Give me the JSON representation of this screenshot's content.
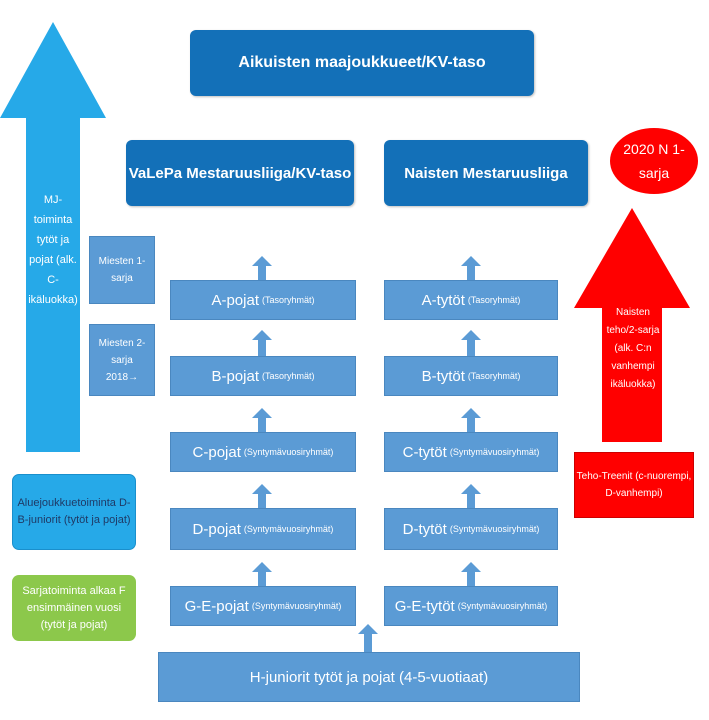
{
  "top_title": "Aikuisten maajoukkueet/KV-taso",
  "boys_league": "VaLePa Mestaruusliiga/KV-taso",
  "girls_league": "Naisten Mestaruusliiga",
  "badge_2020": "2020 N 1-sarja",
  "left_arrow_text": "MJ-toiminta tytöt ja pojat (alk. C-ikäluokka)",
  "right_arrow_text": "Naisten teho/2-sarja (alk. C:n vanhempi ikäluokka)",
  "mens1": "Miesten 1-sarja",
  "mens2": "Miesten 2-sarja 2018→",
  "regional": "Aluejoukkuetoiminta D-B-juniorit (tytöt ja pojat)",
  "series_start": "Sarjatoiminta alkaa F ensimmäinen vuosi (tytöt ja pojat)",
  "teho": "Teho-Treenit (c-nuorempi, D-vanhempi)",
  "boys_levels": [
    {
      "label": "A-pojat",
      "note": "(Tasoryhmät)"
    },
    {
      "label": "B-pojat",
      "note": "(Tasoryhmät)"
    },
    {
      "label": "C-pojat",
      "note": "(Syntymävuosiryhmät)"
    },
    {
      "label": "D-pojat",
      "note": "(Syntymävuosiryhmät)"
    },
    {
      "label": "G-E-pojat",
      "note": "(Syntymävuosiryhmät)"
    }
  ],
  "girls_levels": [
    {
      "label": "A-tytöt",
      "note": "(Tasoryhmät)"
    },
    {
      "label": "B-tytöt",
      "note": "(Tasoryhmät)"
    },
    {
      "label": "C-tytöt",
      "note": "(Syntymävuosiryhmät)"
    },
    {
      "label": "D-tytöt",
      "note": "(Syntymävuosiryhmät)"
    },
    {
      "label": "G-E-tytöt",
      "note": "(Syntymävuosiryhmät)"
    }
  ],
  "h_juniors": "H-juniorit tytöt ja pojat (4-5-vuotiaat)",
  "colors": {
    "dark_blue": "#1370b8",
    "mid_blue": "#5b9bd5",
    "light_blue": "#26a9e8",
    "red": "#ff0000",
    "green": "#8cc84b"
  }
}
